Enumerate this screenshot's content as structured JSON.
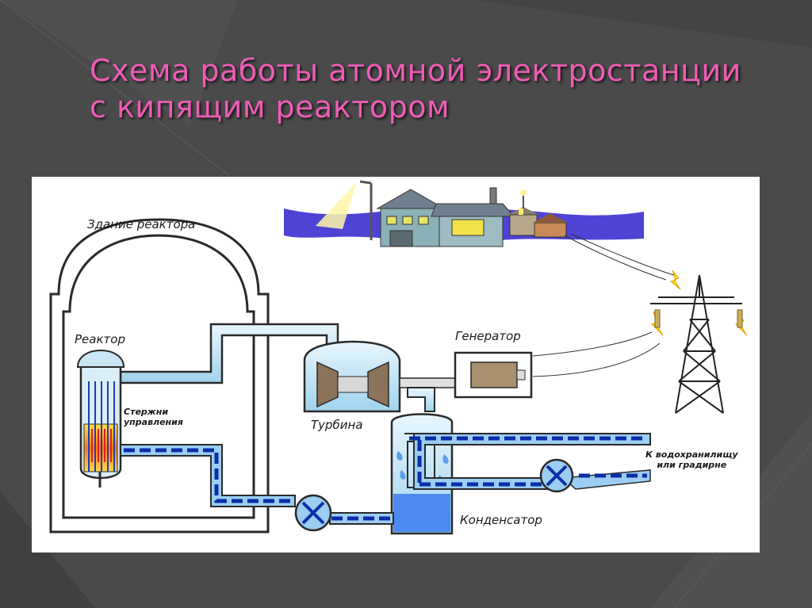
{
  "slide": {
    "title_line1": "Схема работы атомной электростанции",
    "title_line2": "с кипящим реактором"
  },
  "colors": {
    "background": "#4a4a4a",
    "title": "#ee5cb6",
    "steam": "#bfe3f5",
    "water": "#2f6fe0",
    "flow_arrows": "#0b2fa8"
  },
  "diagram": {
    "labels": {
      "reactor_building": "Здание реактора",
      "reactor": "Реактор",
      "control_rods_line1": "Стержни",
      "control_rods_line2": "управления",
      "turbine": "Турбина",
      "generator": "Генератор",
      "condenser": "Конденсатор",
      "outlet_line1": "К водохранилищу",
      "outlet_line2": "или градирне"
    },
    "icons": [
      "house-icon",
      "street-lamp-icon",
      "power-pylon-icon",
      "pump-icon",
      "lightning-icon"
    ]
  }
}
